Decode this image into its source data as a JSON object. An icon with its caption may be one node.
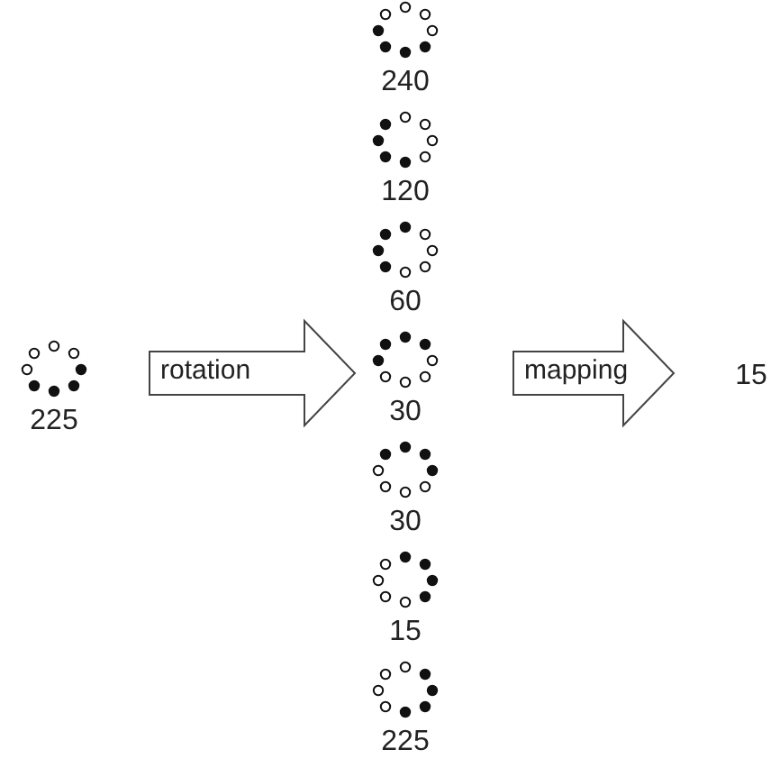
{
  "diagram": {
    "nodes": [
      {
        "text": [],
        "shape": "picture",
        "beside": [
          "225"
        ]
      },
      {
        "text": [],
        "shape": "picture",
        "beside": [
          "240"
        ]
      },
      {
        "text": [],
        "shape": "picture",
        "beside": [
          "120"
        ]
      },
      {
        "text": [],
        "shape": "picture",
        "beside": [
          "60"
        ]
      },
      {
        "text": [],
        "shape": "picture",
        "beside": [
          "30"
        ]
      },
      {
        "text": [],
        "shape": "picture",
        "beside": [
          "30"
        ]
      },
      {
        "text": [],
        "shape": "picture",
        "beside": [
          "15"
        ]
      },
      {
        "text": [],
        "shape": "picture",
        "beside": [
          "225"
        ]
      },
      {
        "text": [
          "15"
        ]
      }
    ],
    "edges": [
      {
        "from": 0,
        "to": 4,
        "arrow": "to",
        "label": "rotation"
      },
      {
        "from": 4,
        "to": 8,
        "arrow": "to",
        "label": "mapping"
      }
    ]
  }
}
